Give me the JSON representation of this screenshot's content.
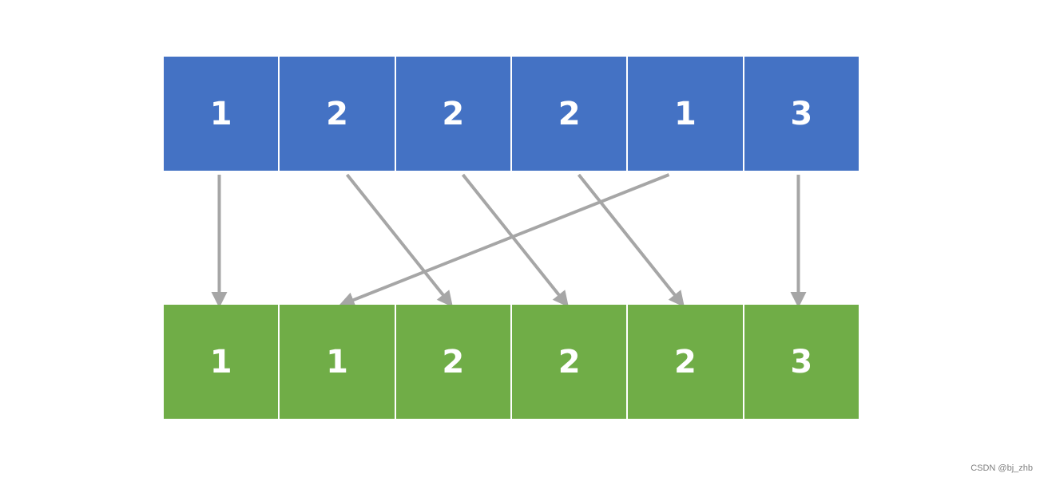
{
  "top_row": [
    "1",
    "2",
    "2",
    "2",
    "1",
    "3"
  ],
  "bottom_row": [
    "1",
    "1",
    "2",
    "2",
    "2",
    "3"
  ],
  "mapping": [
    {
      "from": 0,
      "to": 0
    },
    {
      "from": 1,
      "to": 2
    },
    {
      "from": 2,
      "to": 3
    },
    {
      "from": 3,
      "to": 4
    },
    {
      "from": 4,
      "to": 1
    },
    {
      "from": 5,
      "to": 5
    }
  ],
  "colors": {
    "top_fill": "#4472c4",
    "bottom_fill": "#70ad47",
    "arrow": "#a6a6a6"
  },
  "watermark": "CSDN @bj_zhb"
}
